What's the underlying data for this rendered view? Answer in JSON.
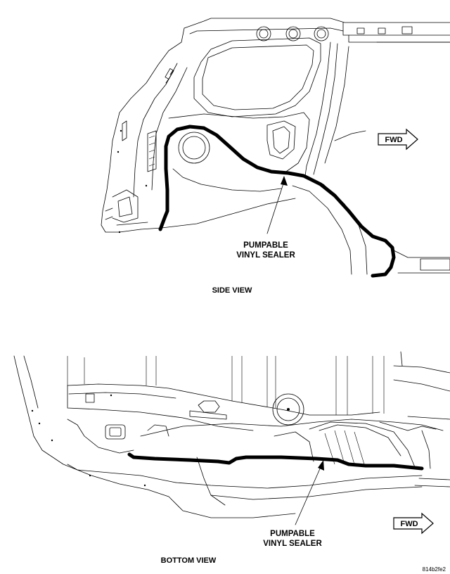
{
  "side_view": {
    "title": "SIDE VIEW",
    "callout_line1": "PUMPABLE",
    "callout_line2": "VINYL SEALER",
    "fwd_label": "FWD"
  },
  "bottom_view": {
    "title": "BOTTOM VIEW",
    "callout_line1": "PUMPABLE",
    "callout_line2": "VINYL SEALER",
    "fwd_label": "FWD"
  },
  "figure_code": "814b2fe2"
}
